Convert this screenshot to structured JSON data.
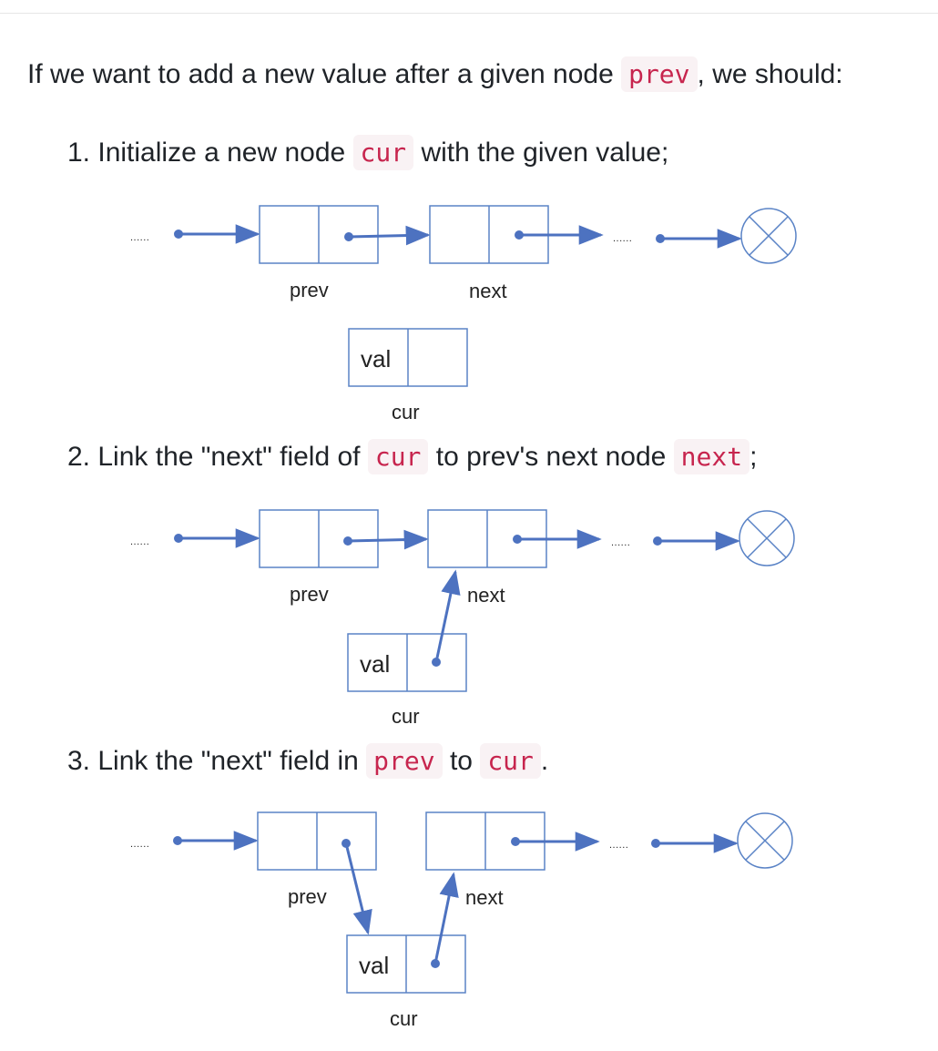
{
  "intro": {
    "text_before": "If we want to add a new value after a given node ",
    "code": "prev",
    "text_after": ", we should:"
  },
  "steps": [
    {
      "number": "1.",
      "parts": [
        {
          "text": " Initialize a new node "
        },
        {
          "code": "cur"
        },
        {
          "text": " with the given value;"
        }
      ]
    },
    {
      "number": "2.",
      "parts": [
        {
          "text": " Link the \"next\" field of "
        },
        {
          "code": "cur"
        },
        {
          "text": " to prev's next node "
        },
        {
          "code": "next"
        },
        {
          "text": ";"
        }
      ]
    },
    {
      "number": "3.",
      "parts": [
        {
          "text": " Link the \"next\" field in "
        },
        {
          "code": "prev"
        },
        {
          "text": " to "
        },
        {
          "code": "cur"
        },
        {
          "text": "."
        }
      ]
    }
  ],
  "diagram_labels": {
    "ellipsis": "......",
    "prev": "prev",
    "next": "next",
    "val": "val",
    "cur": "cur"
  },
  "colors": {
    "node_border": "#5a83c6",
    "arrow": "#4d72c0",
    "code_text": "#c7254e",
    "code_bg": "#f9f2f4"
  }
}
